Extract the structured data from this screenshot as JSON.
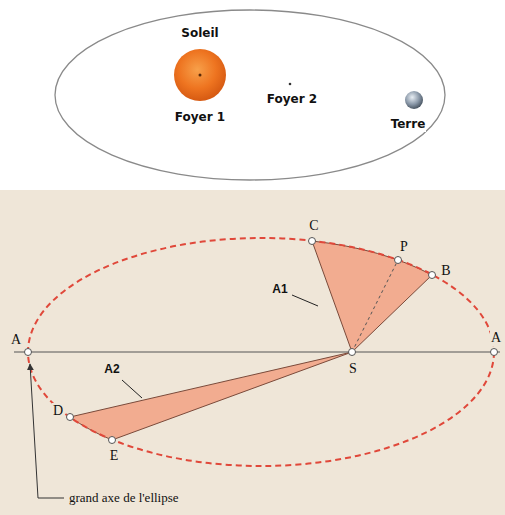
{
  "diagram": {
    "labels": [
      "Soleil",
      "Foyer 1",
      "Foyer 2",
      "Terre",
      "C",
      "P",
      "B",
      "A1",
      "A",
      "S",
      "A",
      "A2",
      "D",
      "E",
      "grand axe de l'ellipse"
    ]
  }
}
